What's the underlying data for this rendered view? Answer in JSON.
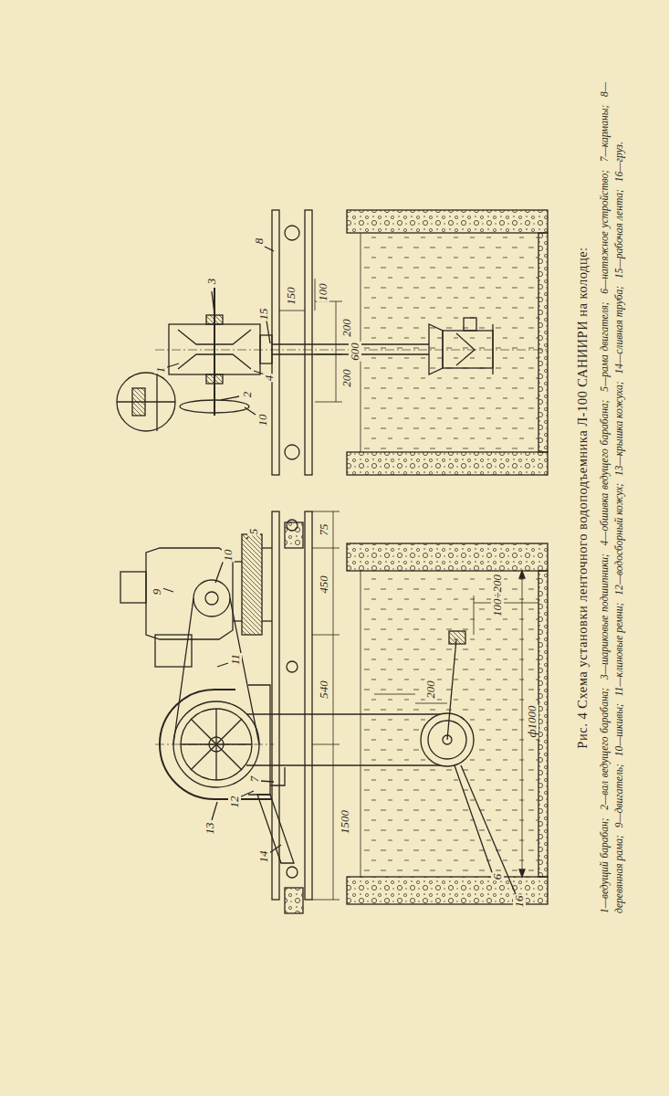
{
  "diagram": {
    "caption": "Рис. 4 Схема установки ленточного водоподъемника Л-100 САНИИРИ на колодце:",
    "labels": [
      "9",
      "10",
      "5",
      "13",
      "11",
      "12",
      "7",
      "14",
      "6",
      "16",
      "75",
      "450",
      "540",
      "1500",
      "200",
      "100÷200",
      "ф1000",
      "1",
      "2",
      "10",
      "3",
      "4",
      "15",
      "8",
      "150",
      "100",
      "200",
      "200",
      "600",
      "1—ведущий барабан;",
      "2—вал ведущего барабана;",
      "3—шариковые подшипники;",
      "4—обшивка ведущего барабана;",
      "5—рама двигателя;",
      "6—натяжное устройство;",
      "7—карманы;",
      "8—деревянная рама;",
      "9—двигатель;",
      "10—шкивы;",
      "11—клиновые ремни;",
      "12—водосборный кожух;",
      "13—крышка кожуха;",
      "14—сливная труба;",
      "15—рабочая лента;",
      "16—груз."
    ]
  }
}
